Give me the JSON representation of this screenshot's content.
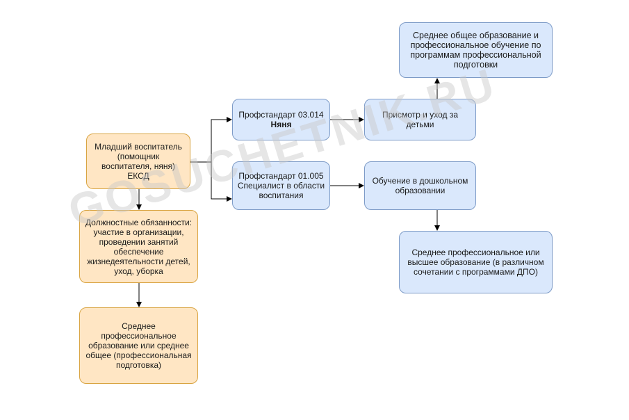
{
  "nodes": {
    "junior_teacher": "Младший воспитатель (помощник воспитателя, няня) ЕКСД",
    "duties": "Должностные обязанности: участие в организации, проведении занятий обеспечение жизнедеятельности детей, уход, уборка",
    "spo_left": "Среднее профессиональное образование или среднее общее (профессиональная подготовка)",
    "ps_nanny_line1": "Профстандарт 03.014",
    "ps_nanny_line2": "Няня",
    "ps_educator_line1": "Профстандарт 01.005",
    "ps_educator_line2": "Специалист в области воспитания",
    "childcare": "Присмотр и уход за детьми",
    "preschool_training": "Обучение в дошкольном образовании",
    "general_top_right": "Среднее общее образование и профессиональное обучение по программам профессиональной подготовки",
    "higher_bottom_right": "Среднее профессиональное или высшее образование (в различном сочетании с программами ДПО)"
  },
  "watermark": "GOSUCHETNIK.RU",
  "colors": {
    "orange_fill": "#ffe6c4",
    "orange_border": "#d9a441",
    "blue_fill": "#dae8fc",
    "blue_border": "#7d9bc7",
    "edge": "#000000"
  }
}
